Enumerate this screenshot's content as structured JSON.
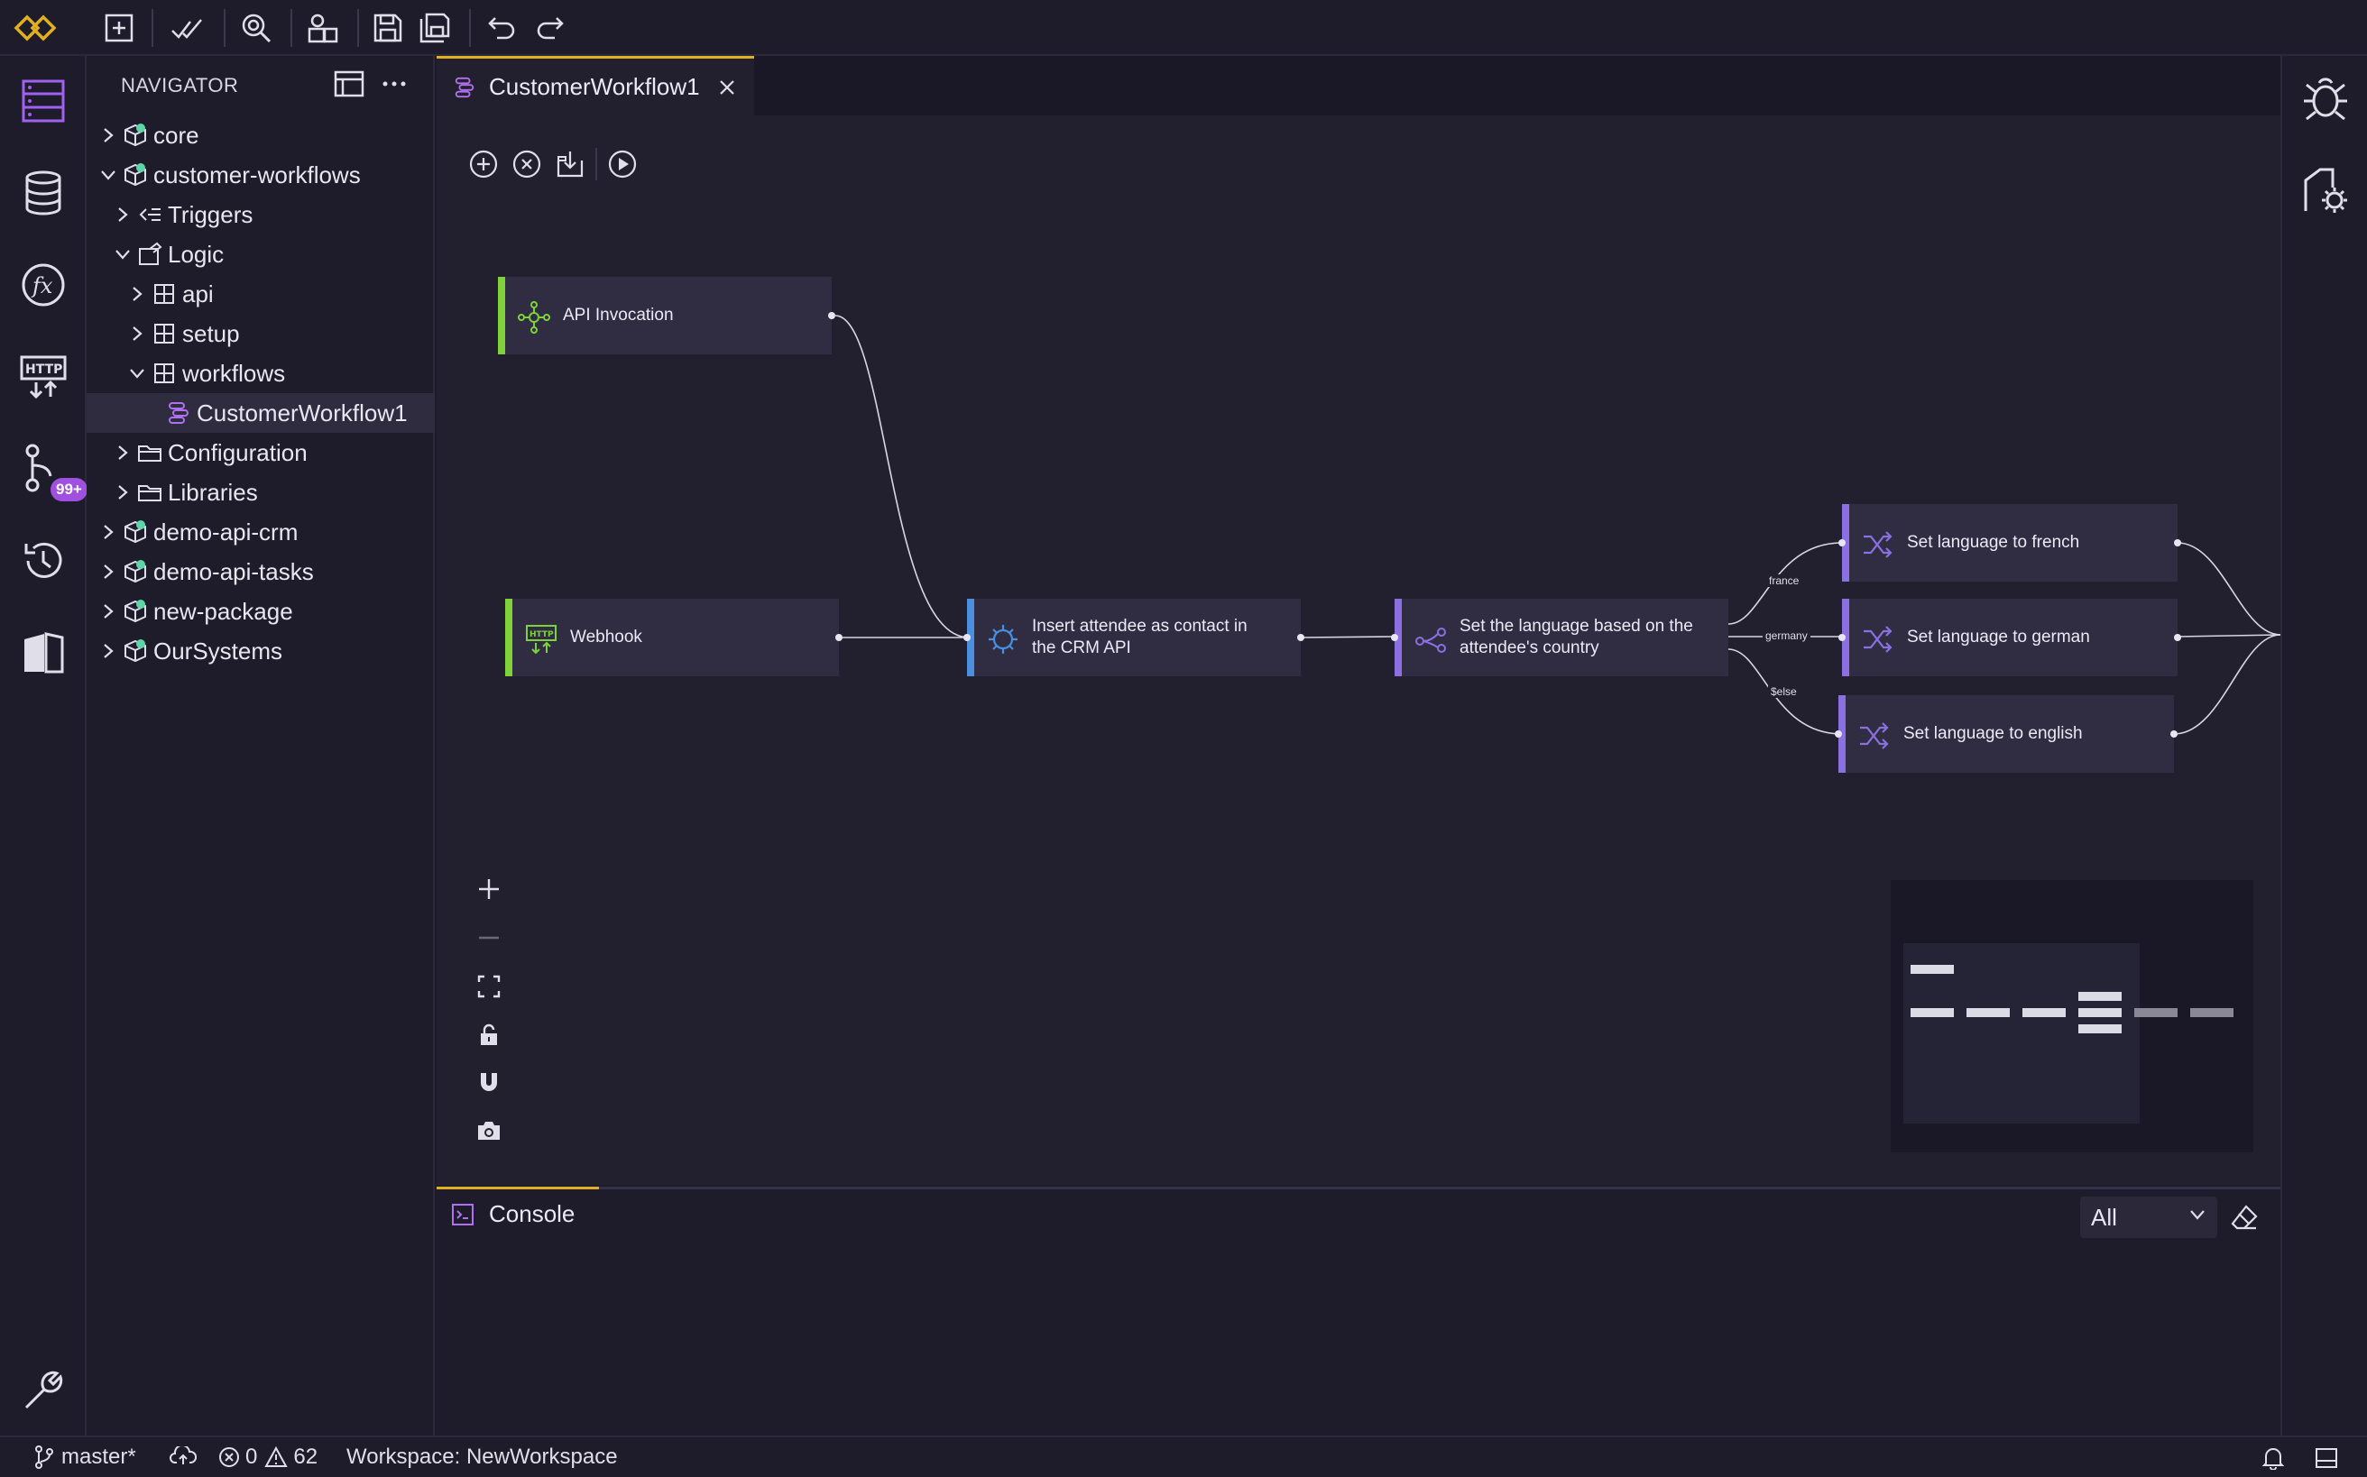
{
  "toolbar": {
    "buttons": [
      "logo",
      "new-file",
      "validate",
      "search",
      "share",
      "save",
      "save-all",
      "undo",
      "redo"
    ]
  },
  "activity_bar": {
    "items": [
      "explorer",
      "database",
      "functions",
      "http",
      "source-control",
      "history",
      "book"
    ],
    "source_control_badge": "99+",
    "settings": "wrench"
  },
  "navigator": {
    "title": "NAVIGATOR",
    "tree": [
      {
        "label": "core",
        "expanded": false,
        "type": "package"
      },
      {
        "label": "customer-workflows",
        "expanded": true,
        "type": "package"
      },
      {
        "label": "Triggers",
        "expanded": false,
        "type": "triggers"
      },
      {
        "label": "Logic",
        "expanded": true,
        "type": "logic"
      },
      {
        "label": "api",
        "expanded": false,
        "type": "module"
      },
      {
        "label": "setup",
        "expanded": false,
        "type": "module"
      },
      {
        "label": "workflows",
        "expanded": true,
        "type": "module"
      },
      {
        "label": "CustomerWorkflow1",
        "type": "workflow",
        "selected": true
      },
      {
        "label": "Configuration",
        "expanded": false,
        "type": "folder"
      },
      {
        "label": "Libraries",
        "expanded": false,
        "type": "folder"
      },
      {
        "label": "demo-api-crm",
        "expanded": false,
        "type": "package"
      },
      {
        "label": "demo-api-tasks",
        "expanded": false,
        "type": "package"
      },
      {
        "label": "new-package",
        "expanded": false,
        "type": "package"
      },
      {
        "label": "OurSystems",
        "expanded": false,
        "type": "package"
      }
    ]
  },
  "editor": {
    "tab_label": "CustomerWorkflow1",
    "nodes": {
      "api_invocation": "API Invocation",
      "webhook": "Webhook",
      "insert_attendee": "Insert attendee as contact in the CRM API",
      "set_language": "Set the language based on the attendee's country",
      "french": "Set language to french",
      "german": "Set language to german",
      "english": "Set language to english"
    },
    "edge_labels": {
      "france": "france",
      "germany": "germany",
      "else": "$else"
    }
  },
  "console": {
    "tab_label": "Console",
    "filter_value": "All"
  },
  "status_bar": {
    "branch": "master*",
    "errors": "0",
    "warnings": "62",
    "workspace": "Workspace: NewWorkspace"
  },
  "colors": {
    "accent_yellow": "#e0b020",
    "trigger_green": "#7ed33a",
    "action_blue": "#4a8fe0",
    "logic_purple": "#8a70e0"
  }
}
